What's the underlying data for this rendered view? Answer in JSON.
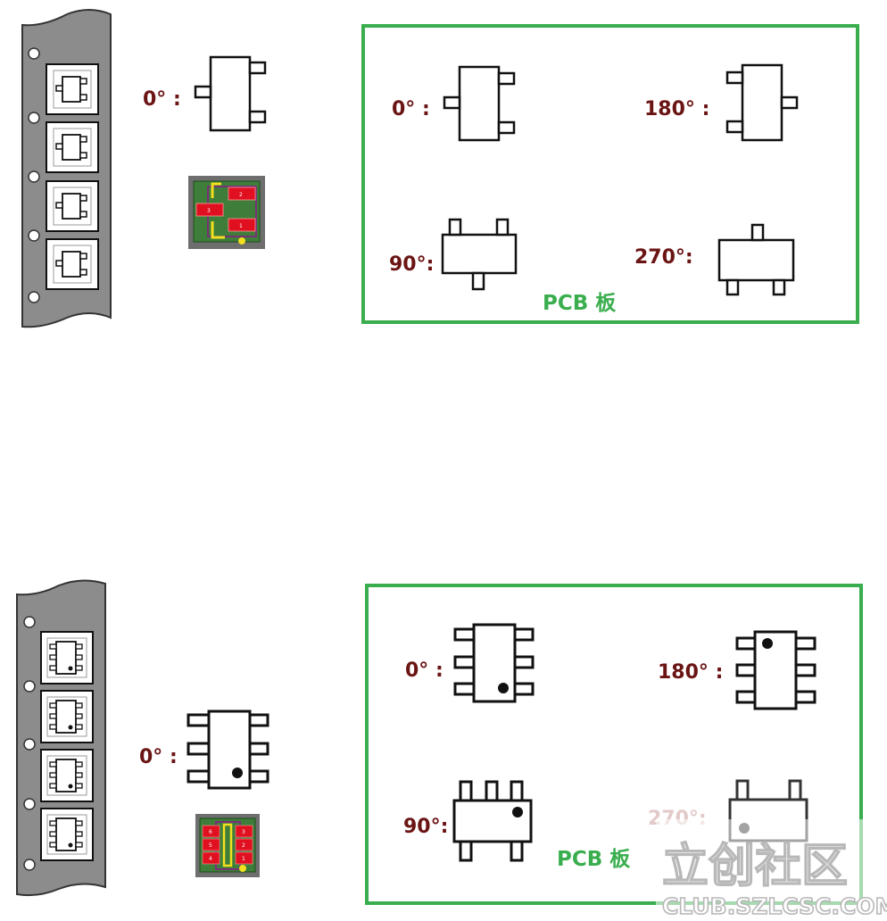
{
  "sot23": {
    "tape_label": "0° :",
    "board": {
      "title": "PCB 板",
      "label_0": "0° :",
      "label_90": "90°:",
      "label_180": "180° :",
      "label_270": "270°:"
    },
    "footprint_pins": [
      "2",
      "3",
      "1"
    ]
  },
  "sot23_6": {
    "tape_label": "0° :",
    "board": {
      "title": "PCB 板",
      "label_0": "0° :",
      "label_90": "90°:",
      "label_180": "180° :",
      "label_270": "270°:"
    },
    "footprint_pins": [
      "6",
      "5",
      "4",
      "3",
      "2",
      "1"
    ]
  },
  "watermark": {
    "brand": "立创社区",
    "url": "CLUB.SZLCSC.COM"
  },
  "colors": {
    "label": "#6b1414",
    "board_border": "#3aae4e",
    "tape": "#8c8c8c",
    "pad": "#e01020",
    "silk": "#f2e01e",
    "courtyard": "#8a1a8a"
  }
}
